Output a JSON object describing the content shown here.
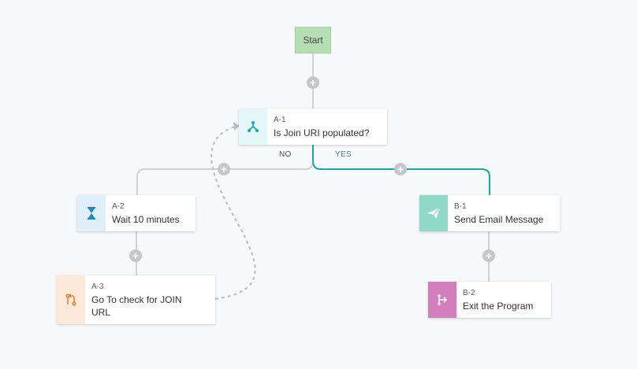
{
  "colors": {
    "connector": "#cfd1d4",
    "yes_connector": "#1aa5a8",
    "loop_connector": "#b9bcc0",
    "start_fill": "#b5deb3"
  },
  "start": {
    "label": "Start"
  },
  "branches": {
    "no_label": "NO",
    "yes_label": "YES"
  },
  "add_button": {
    "symbol": "+"
  },
  "steps": {
    "a1": {
      "id": "A-1",
      "title": "Is Join URI populated?",
      "icon": "split-decision-icon",
      "icon_bg": "#e3f6f8",
      "icon_color": "#1aa5b0"
    },
    "a2": {
      "id": "A-2",
      "title": "Wait 10 minutes",
      "icon": "hourglass-icon",
      "icon_bg": "#e0f0fb",
      "icon_color": "#1f86c8"
    },
    "a3": {
      "id": "A-3",
      "title": "Go To check for JOIN URL",
      "icon": "goto-loop-icon",
      "icon_bg": "#fde9d9",
      "icon_color": "#e8862e"
    },
    "b1": {
      "id": "B-1",
      "title": "Send Email Message",
      "icon": "paper-plane-icon",
      "icon_bg": "#8fd9c9",
      "icon_color": "#ffffff"
    },
    "b2": {
      "id": "B-2",
      "title": "Exit the Program",
      "icon": "exit-icon",
      "icon_bg": "#d47fbd",
      "icon_color": "#ffffff"
    }
  }
}
